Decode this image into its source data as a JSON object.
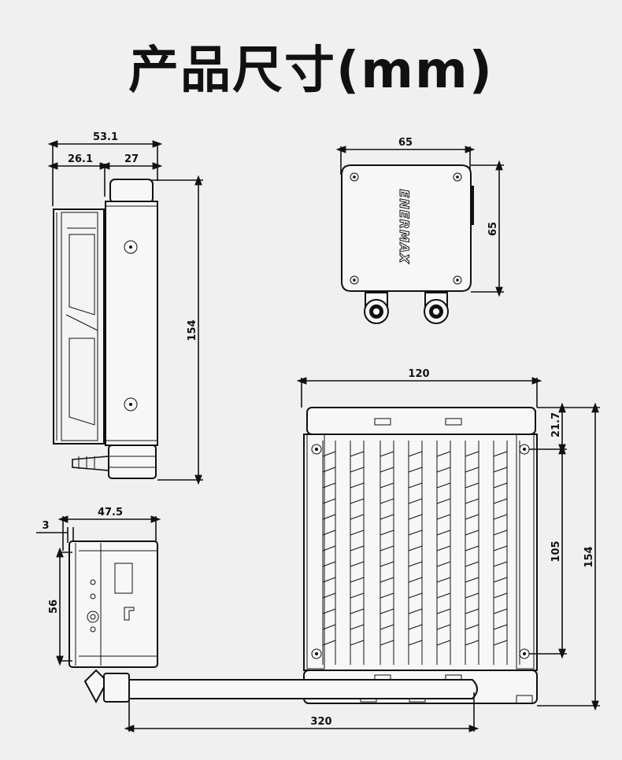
{
  "title": "产品尺寸(mm)",
  "brand": "ENERMAX",
  "dimensions": {
    "fan_total_width": "53.1",
    "fan_width": "26.1",
    "radiator_depth": "27",
    "side_height": "154",
    "pump_width": "65",
    "pump_height": "65",
    "radiator_width": "120",
    "radiator_top_offset": "21.7",
    "mount_hole_spacing": "105",
    "radiator_height": "154",
    "pump_thickness": "3",
    "pump_side_width": "47.5",
    "pump_side_height": "56",
    "tube_length": "320"
  }
}
